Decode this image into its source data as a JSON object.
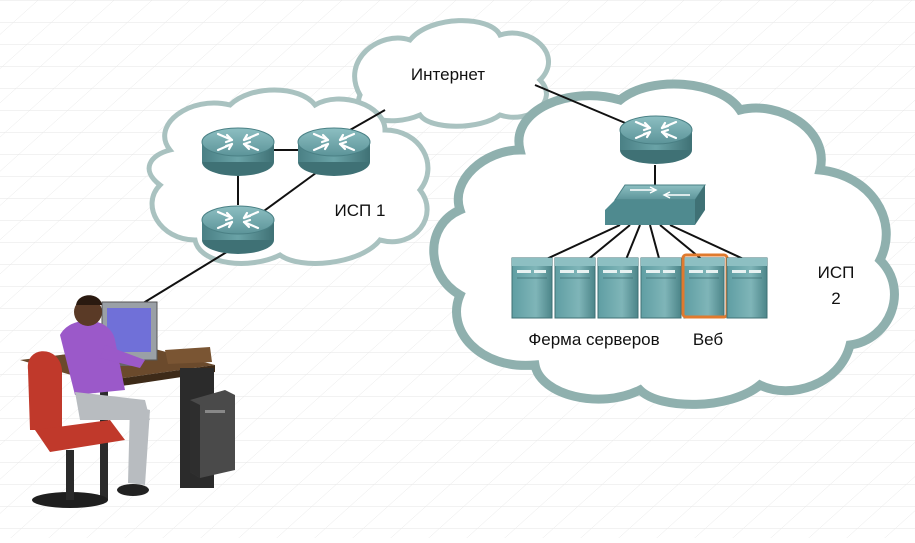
{
  "labels": {
    "internet": "Интернет",
    "isp1": "ИСП 1",
    "isp2_line1": "ИСП",
    "isp2_line2": "2",
    "server_farm": "Ферма серверов",
    "web": "Веб"
  },
  "colors": {
    "cloud_border": "#8fb0ae",
    "device_teal": "#4f8a8f",
    "highlight": "#e07a2e",
    "shirt": "#9b59c9",
    "chair": "#c0392b",
    "link": "#111111"
  },
  "icons": {
    "router": "router-icon",
    "switch": "switch-icon",
    "server": "server-icon",
    "user": "user-at-computer-icon"
  }
}
